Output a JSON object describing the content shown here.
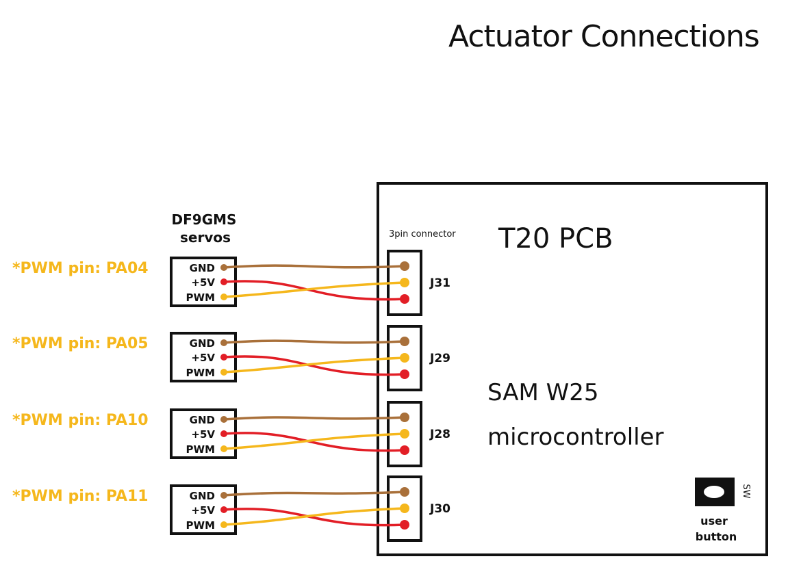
{
  "title": "Actuator Connections",
  "servo_heading": [
    "DF9GMS",
    "servos"
  ],
  "board": {
    "name": "T20 PCB",
    "connector_note": "3pin connector",
    "mcu_line1": "SAM W25",
    "mcu_line2": "microcontroller",
    "user_button_label": [
      "user",
      "button"
    ],
    "sw_label": "SW"
  },
  "pin_names": [
    "GND",
    "+5V",
    "PWM"
  ],
  "colors": {
    "gnd": "#a9703a",
    "v5": "#e21e26",
    "pwm": "#f5b71c",
    "outline": "#111111"
  },
  "connections": [
    {
      "pwm_label": "*PWM pin: PA04",
      "connector": "J31"
    },
    {
      "pwm_label": "*PWM pin: PA05",
      "connector": "J29"
    },
    {
      "pwm_label": "*PWM pin: PA10",
      "connector": "J28"
    },
    {
      "pwm_label": "*PWM pin: PA11",
      "connector": "J30"
    }
  ]
}
